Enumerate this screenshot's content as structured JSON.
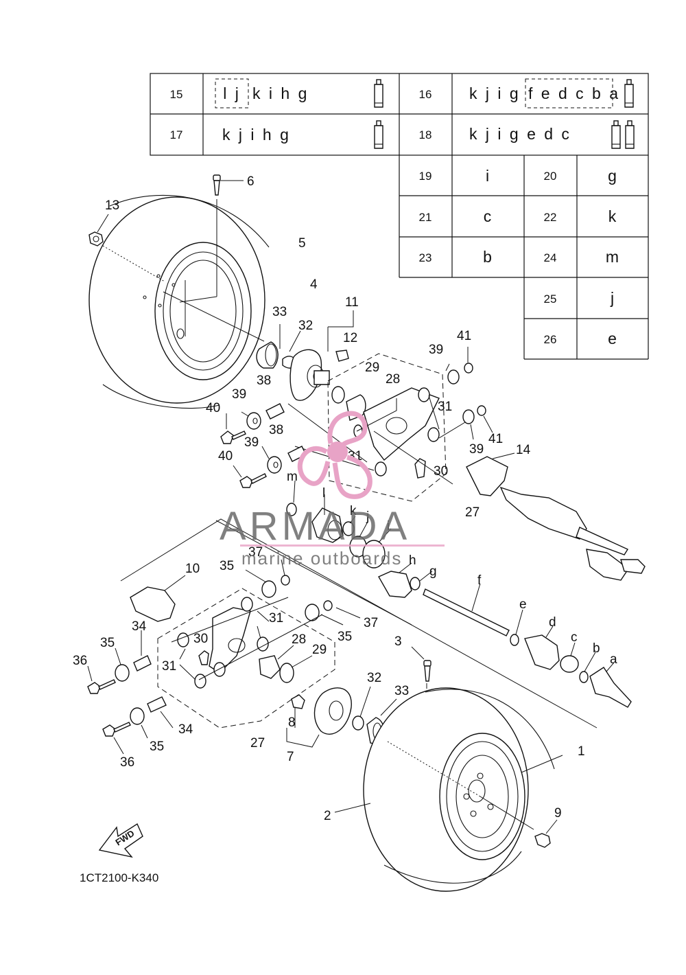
{
  "table": {
    "rows": [
      [
        {
          "num": "15",
          "letters_boxed": "l j",
          "letters": "k i h g",
          "tubes": 1
        },
        {
          "num": "16",
          "letters": "k j i g",
          "letters_boxed": "f e d c b a",
          "tubes": 1
        }
      ],
      [
        {
          "num": "17",
          "letters_boxed": "",
          "letters": "k j i h g",
          "tubes": 1
        },
        {
          "num": "18",
          "letters": "k j i g e d c",
          "letters_boxed": "",
          "tubes": 2
        }
      ]
    ],
    "pairs": [
      {
        "num": "19",
        "letter": "i",
        "num2": "20",
        "letter2": "g"
      },
      {
        "num": "21",
        "letter": "c",
        "num2": "22",
        "letter2": "k"
      },
      {
        "num": "23",
        "letter": "b",
        "num2": "24",
        "letter2": "m"
      },
      {
        "num": "",
        "letter": "",
        "num2": "25",
        "letter2": "j"
      },
      {
        "num": "",
        "letter": "",
        "num2": "26",
        "letter2": "e"
      }
    ]
  },
  "callouts": {
    "c1": "1",
    "c2": "2",
    "c3": "3",
    "c4": "4",
    "c5": "5",
    "c6": "6",
    "c7": "7",
    "c8": "8",
    "c9": "9",
    "c10": "10",
    "c11": "11",
    "c12": "12",
    "c13": "13",
    "c14": "14",
    "c27a": "27",
    "c27b": "27",
    "c28a": "28",
    "c28b": "28",
    "c29a": "29",
    "c29b": "29",
    "c30a": "30",
    "c30b": "30",
    "c31a": "31",
    "c31b": "31",
    "c31c": "31",
    "c31d": "31",
    "c32a": "32",
    "c32b": "32",
    "c33a": "33",
    "c33b": "33",
    "c34a": "34",
    "c34b": "34",
    "c35a": "35",
    "c35b": "35",
    "c35c": "35",
    "c35d": "35",
    "c36a": "36",
    "c36b": "36",
    "c37a": "37",
    "c37b": "37",
    "c38a": "38",
    "c38b": "38",
    "c39a": "39",
    "c39b": "39",
    "c39c": "39",
    "c39d": "39",
    "c40a": "40",
    "c40b": "40",
    "c41a": "41",
    "c41b": "41",
    "la": "a",
    "lb": "b",
    "lc": "c",
    "ld": "d",
    "le": "e",
    "lf": "f",
    "lg": "g",
    "lh": "h",
    "li": "i",
    "lj": "j",
    "lk": "k",
    "ll": "l",
    "lm": "m"
  },
  "fwd_label": "FWD",
  "diagram_code": "1CT2100-K340",
  "watermark": {
    "brand": "ARMADA",
    "tagline": "marine outboards",
    "color": "#e8a3c6"
  }
}
